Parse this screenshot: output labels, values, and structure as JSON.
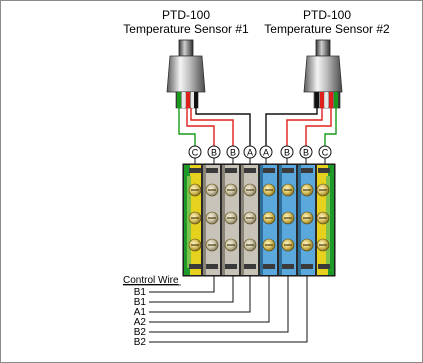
{
  "sensors": [
    {
      "model": "PTD-100",
      "name": "Temperature Sensor #1"
    },
    {
      "model": "PTD-100",
      "name": "Temperature Sensor #2"
    }
  ],
  "terminal_labels": [
    "C",
    "B",
    "B",
    "A",
    "A",
    "B",
    "B",
    "C"
  ],
  "control_wire": {
    "heading": "Control Wire",
    "labels": [
      "B1",
      "B1",
      "A1",
      "A2",
      "B2",
      "B2"
    ]
  },
  "colors": {
    "green_wire": "#1a9a1a",
    "red_wire": "#e0201c",
    "black_wire": "#111111",
    "gray_block": "#c8c3b8",
    "blue_block": "#5aa8dc",
    "ground_green": "#1e9a2a",
    "ground_yellow": "#e6d21e",
    "screw_gold": "#d8c060"
  }
}
